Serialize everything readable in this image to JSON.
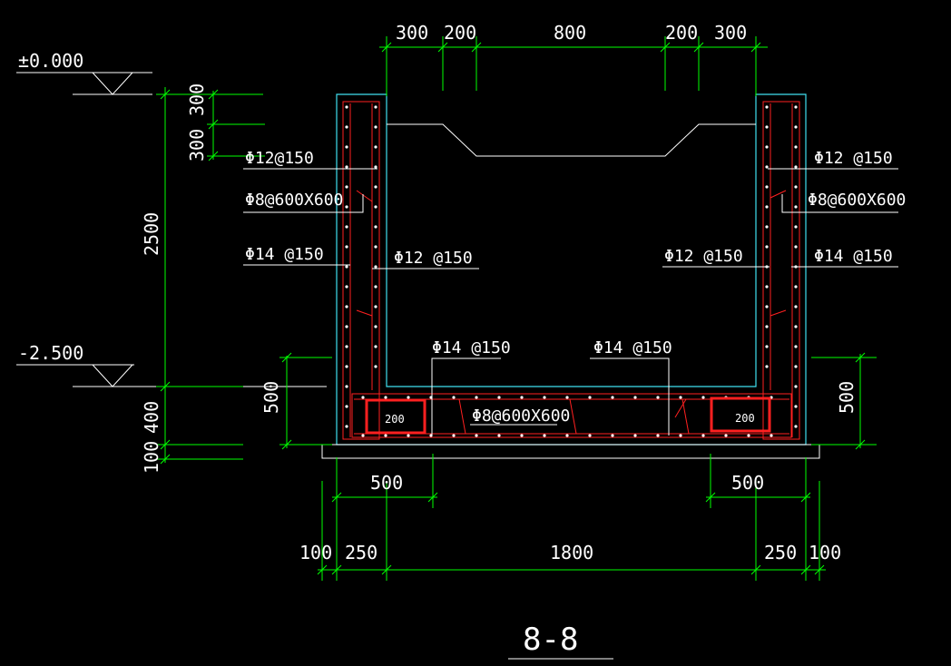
{
  "elevations": {
    "top": "±0.000",
    "bottom": "-2.500"
  },
  "dims": {
    "top": [
      "300",
      "200",
      "800",
      "200",
      "300"
    ],
    "left_300a": "300",
    "left_300b": "300",
    "left_2500": "2500",
    "left_500": "500",
    "left_400": "400",
    "left_100": "100",
    "right_500": "500",
    "bottom_500_left": "500",
    "bottom_500_right": "500",
    "bottom": [
      "100",
      "250",
      "1800",
      "250",
      "100"
    ]
  },
  "rebar": {
    "left_wall_top": "Φ12@150",
    "left_wall_tie": "Φ8@600X600",
    "left_wall_outer": "Φ14 @150",
    "left_wall_inner": "Φ12 @150",
    "right_wall_top": "Φ12 @150",
    "right_wall_tie": "Φ8@600X600",
    "right_wall_inner": "Φ12 @150",
    "right_wall_outer": "Φ14 @150",
    "base_left": "Φ14 @150",
    "base_right": "Φ14 @150",
    "base_tie": "Φ8@600X600"
  },
  "boxes": {
    "left": "200",
    "right": "200"
  },
  "title": "8-8"
}
